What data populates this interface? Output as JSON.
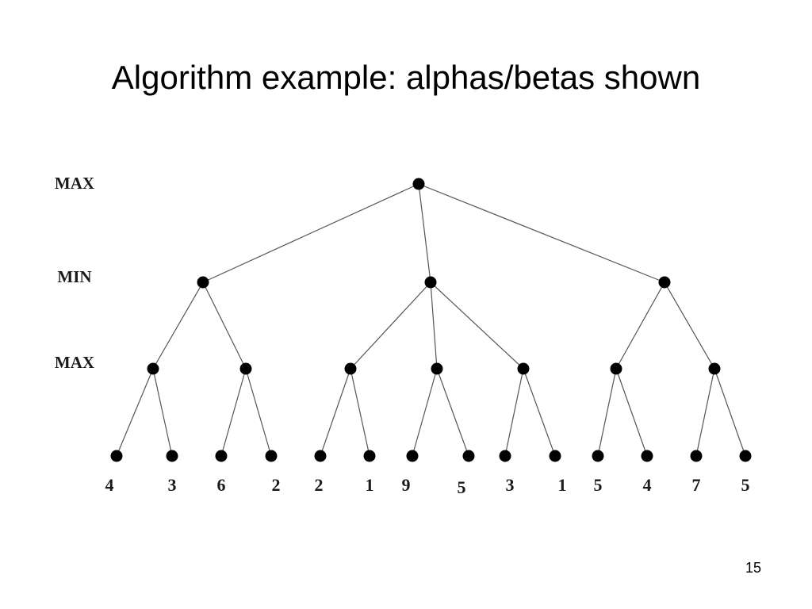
{
  "slide": {
    "title": "Algorithm example: alphas/betas shown",
    "page_number": "15"
  },
  "tree": {
    "level_labels": [
      "MAX",
      "MIN",
      "MAX"
    ],
    "nodes": [
      {
        "id": "root",
        "level": 0
      },
      {
        "id": "min-1",
        "level": 1,
        "parent": "root"
      },
      {
        "id": "min-2",
        "level": 1,
        "parent": "root"
      },
      {
        "id": "min-3",
        "level": 1,
        "parent": "root"
      },
      {
        "id": "max-1",
        "level": 2,
        "parent": "min-1"
      },
      {
        "id": "max-2",
        "level": 2,
        "parent": "min-1"
      },
      {
        "id": "max-3",
        "level": 2,
        "parent": "min-2"
      },
      {
        "id": "max-4",
        "level": 2,
        "parent": "min-2"
      },
      {
        "id": "max-5",
        "level": 2,
        "parent": "min-2"
      },
      {
        "id": "max-6",
        "level": 2,
        "parent": "min-3"
      },
      {
        "id": "max-7",
        "level": 2,
        "parent": "min-3"
      },
      {
        "id": "leaf-1",
        "level": 3,
        "parent": "max-1",
        "value": "4"
      },
      {
        "id": "leaf-2",
        "level": 3,
        "parent": "max-1",
        "value": "3"
      },
      {
        "id": "leaf-3",
        "level": 3,
        "parent": "max-2",
        "value": "6"
      },
      {
        "id": "leaf-4",
        "level": 3,
        "parent": "max-2",
        "value": "2"
      },
      {
        "id": "leaf-5",
        "level": 3,
        "parent": "max-3",
        "value": "2"
      },
      {
        "id": "leaf-6",
        "level": 3,
        "parent": "max-3",
        "value": "1"
      },
      {
        "id": "leaf-7",
        "level": 3,
        "parent": "max-4",
        "value": "9"
      },
      {
        "id": "leaf-8",
        "level": 3,
        "parent": "max-4",
        "value": "5"
      },
      {
        "id": "leaf-9",
        "level": 3,
        "parent": "max-5",
        "value": "3"
      },
      {
        "id": "leaf-10",
        "level": 3,
        "parent": "max-5",
        "value": "1"
      },
      {
        "id": "leaf-11",
        "level": 3,
        "parent": "max-6",
        "value": "5"
      },
      {
        "id": "leaf-12",
        "level": 3,
        "parent": "max-6",
        "value": "4"
      },
      {
        "id": "leaf-13",
        "level": 3,
        "parent": "max-7",
        "value": "7"
      },
      {
        "id": "leaf-14",
        "level": 3,
        "parent": "max-7",
        "value": "5"
      }
    ]
  }
}
